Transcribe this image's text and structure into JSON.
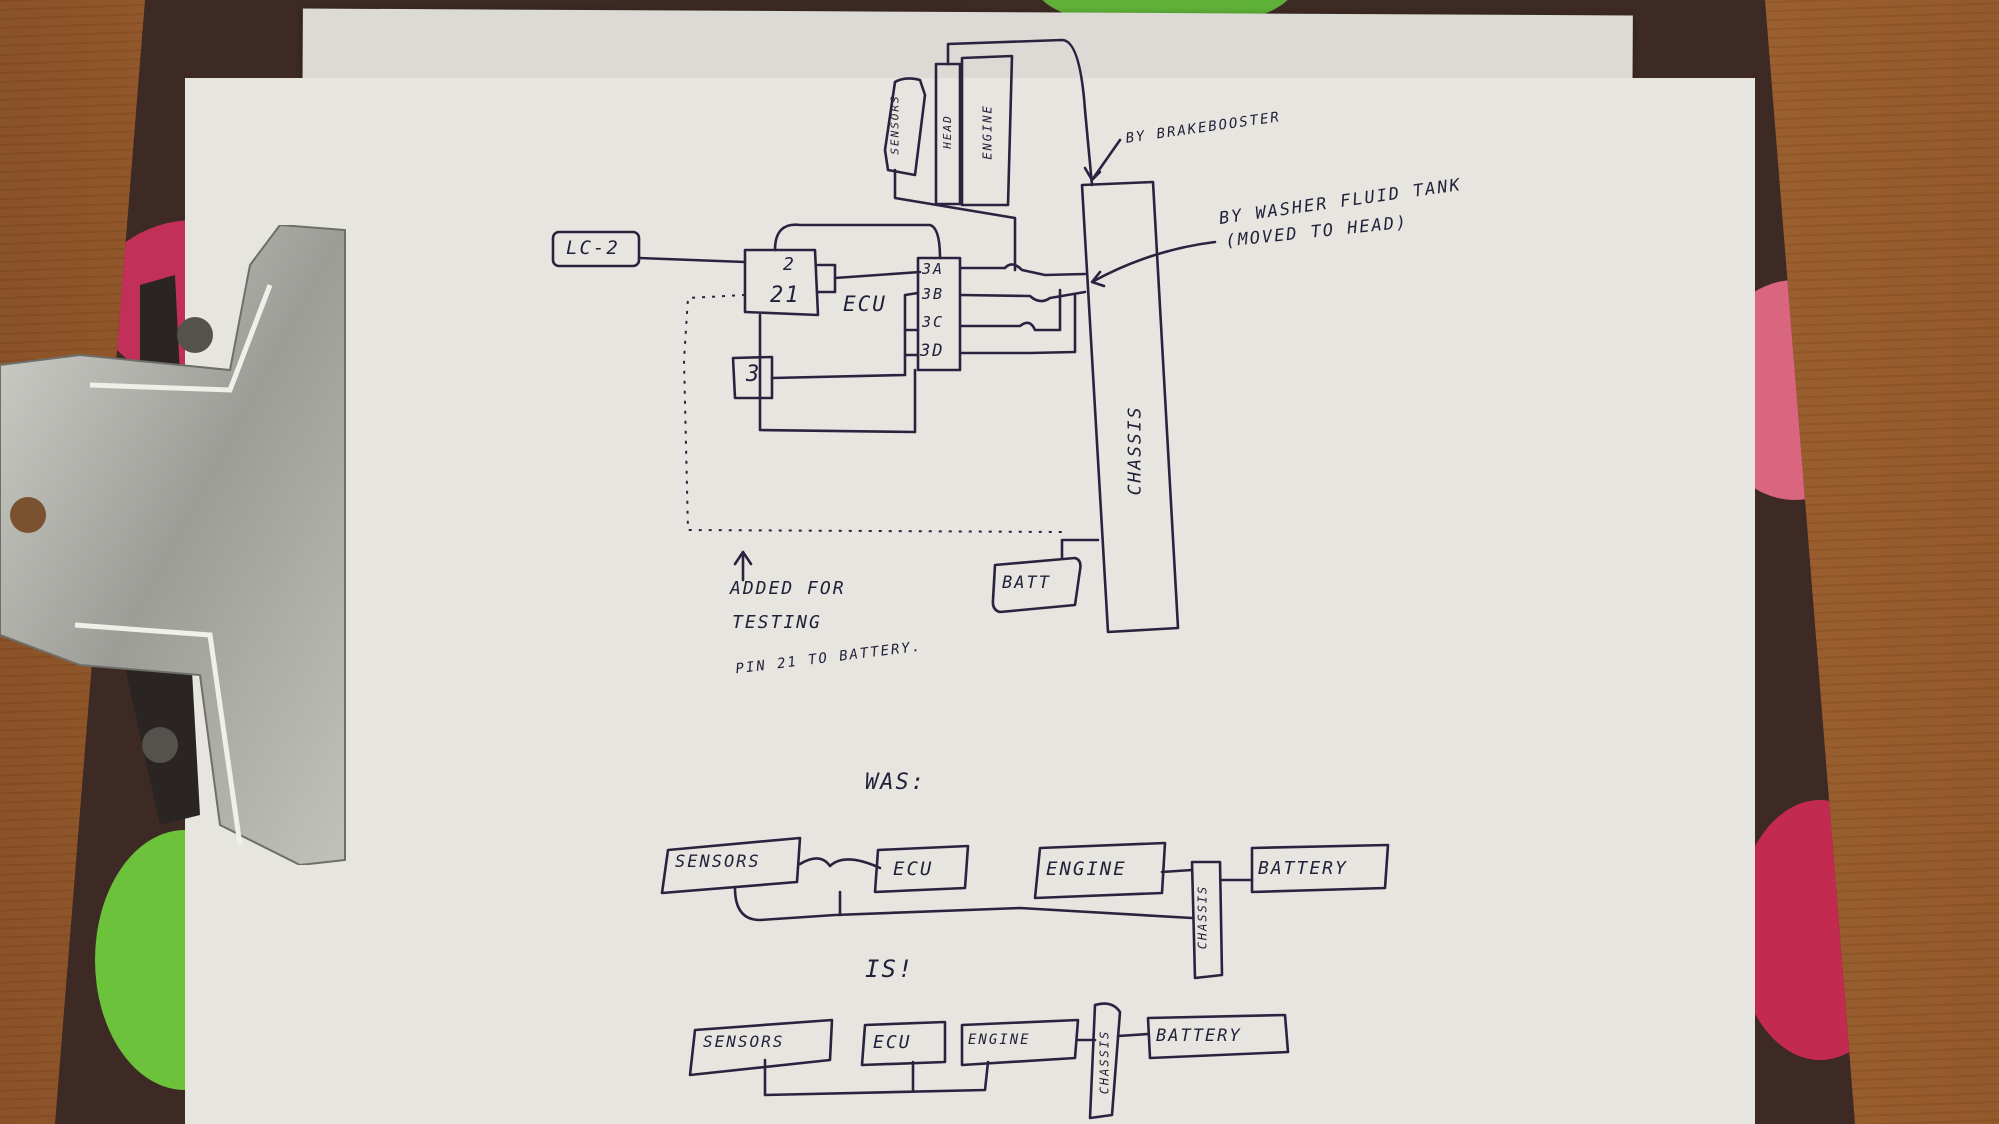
{
  "photo": {
    "subject": "Hand-drawn ECU grounding wiring diagram on paper held by a binder clip",
    "colors": {
      "ink": "#2a2340",
      "paper": "#e7e5e0",
      "folder": "#3d2a24",
      "folder_pink": "#d45a78",
      "folder_green": "#6cc23a",
      "wood": "#9a5e2e",
      "clip_metal": "#a9a9a4"
    }
  },
  "top_diagram": {
    "lc2_label": "LC-2",
    "ecu_label": "ECU",
    "ecu_pins_left": [
      "2",
      "21"
    ],
    "ecu_pins_right": [
      "3A",
      "3B",
      "3C",
      "3D"
    ],
    "pin3_label": "3",
    "sensors_label": "SENSORS",
    "head_label": "HEAD",
    "engine_label": "ENGINE",
    "chassis_label": "CHASSIS",
    "batt_label": "BATT",
    "annotation_brake": "BY BRAKEBOOSTER",
    "annotation_washer_line1": "BY WASHER FLUID TANK",
    "annotation_washer_line2": "(MOVED TO HEAD)",
    "annotation_test_line1": "ADDED FOR",
    "annotation_test_line2": "TESTING",
    "annotation_test_line3": "PIN 21 TO BATTERY."
  },
  "was_diagram": {
    "heading": "WAS:",
    "boxes": [
      "SENSORS",
      "ECU",
      "ENGINE",
      "CHASSIS",
      "BATTERY"
    ]
  },
  "is_diagram": {
    "heading": "IS!",
    "boxes": [
      "SENSORS",
      "ECU",
      "ENGINE",
      "CHASSIS",
      "BATTERY"
    ]
  }
}
